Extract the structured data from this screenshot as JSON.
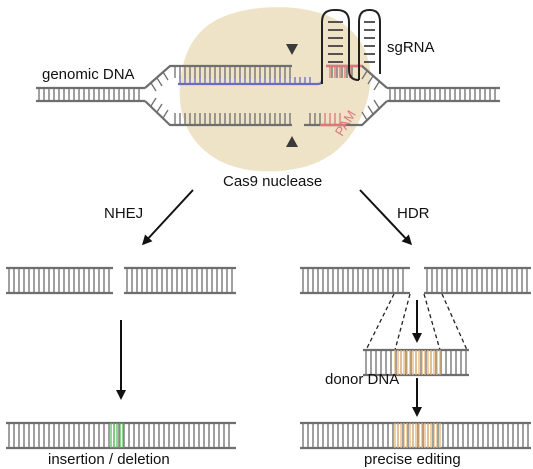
{
  "labels": {
    "genomic_dna": "genomic DNA",
    "sgrna": "sgRNA",
    "pam": "PAM",
    "cas9": "Cas9 nuclease",
    "nhej": "NHEJ",
    "hdr": "HDR",
    "donor_dna": "donor DNA",
    "insertion_deletion": "insertion / deletion",
    "precise_editing": "precise editing"
  },
  "colors": {
    "dna": "#6e6e6e",
    "cas9_body": "#efe3c7",
    "guide_rna": "#6b6bc4",
    "pam": "#d97a7a",
    "indel": "#56c456",
    "donor_insert": "#e8b777",
    "arrow": "#111111",
    "hairpin": "#222222",
    "cut_marker": "#3a3a3a"
  }
}
